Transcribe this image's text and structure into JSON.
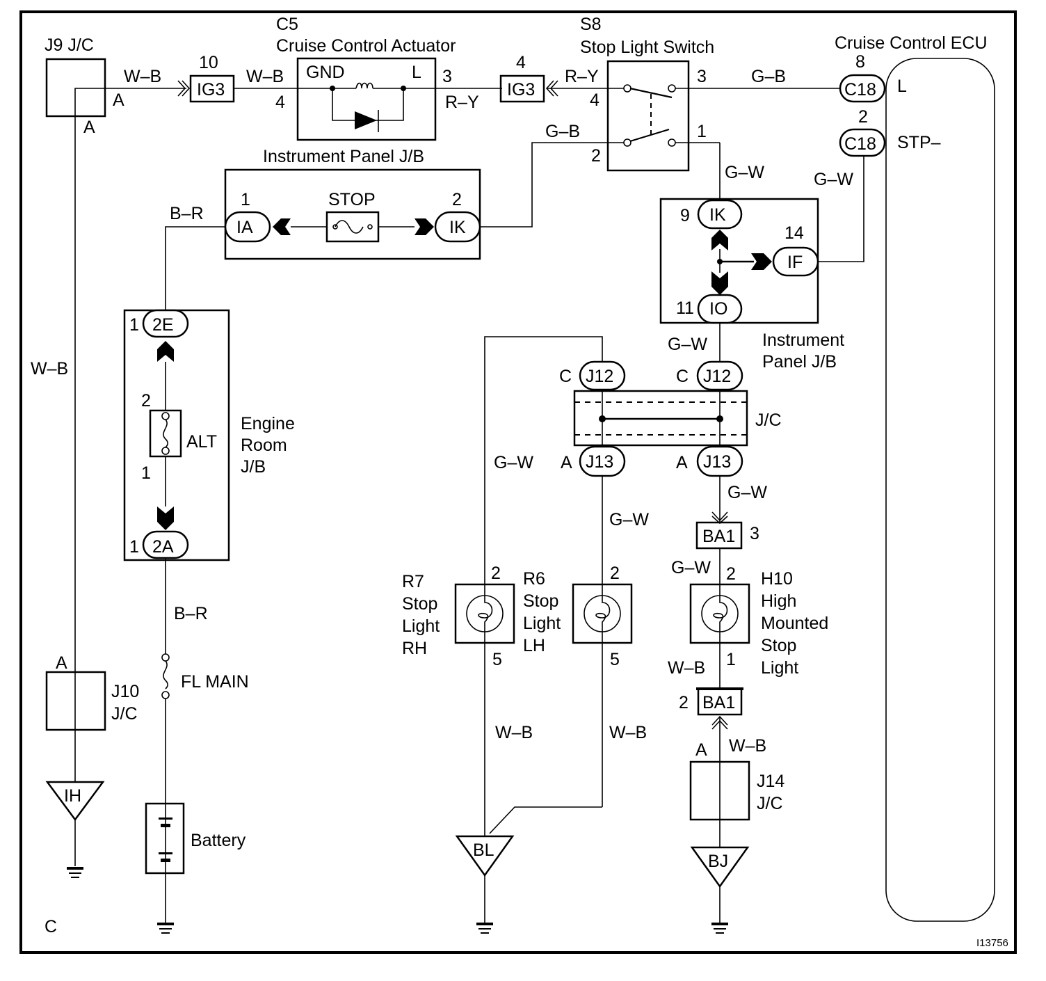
{
  "diagram": {
    "figure_id": "I13756",
    "corner_label": "C",
    "components": {
      "j9": {
        "title": "J9 J/C",
        "pin_right": "A",
        "pin_bottom": "A"
      },
      "c5": {
        "code": "C5",
        "title": "Cruise Control Actuator",
        "gnd": "GND",
        "l": "L",
        "pin_in": "4",
        "pin_out": "3"
      },
      "ig3_left": {
        "label": "IG3",
        "pin": "10"
      },
      "ig3_right": {
        "label": "IG3",
        "pin": "4"
      },
      "s8": {
        "code": "S8",
        "title": "Stop Light Switch",
        "pins": {
          "p4": "4",
          "p3": "3",
          "p2": "2",
          "p1": "1"
        }
      },
      "ecu": {
        "title": "Cruise Control ECU",
        "c18_top": {
          "label": "C18",
          "pin": "8",
          "term": "L"
        },
        "c18_bottom": {
          "label": "C18",
          "pin": "2",
          "term": "STP–"
        }
      },
      "ipjb_top": {
        "title": "Instrument Panel J/B",
        "fuse": "STOP",
        "ia": {
          "label": "IA",
          "pin": "1"
        },
        "ik": {
          "label": "IK",
          "pin": "2"
        }
      },
      "ipjb_right": {
        "title_line1": "Instrument",
        "title_line2": "Panel J/B",
        "ik": {
          "label": "IK",
          "pin": "9"
        },
        "if": {
          "label": "IF",
          "pin": "14"
        },
        "io": {
          "label": "IO",
          "pin": "11"
        }
      },
      "erjb": {
        "title_line1": "Engine",
        "title_line2": "Room",
        "title_line3": "J/B",
        "e2": {
          "label": "2E",
          "pin": "1"
        },
        "a2": {
          "label": "2A",
          "pin": "1"
        },
        "fuse": "ALT",
        "fuse_pin_top": "2",
        "fuse_pin_bottom": "1"
      },
      "jc": {
        "title": "J/C",
        "j12_left": {
          "label": "J12",
          "pin": "C"
        },
        "j12_right": {
          "label": "J12",
          "pin": "C"
        },
        "j13_left": {
          "label": "J13",
          "pin": "A"
        },
        "j13_right": {
          "label": "J13",
          "pin": "A"
        }
      },
      "fl_main": "FL MAIN",
      "battery": "Battery",
      "j10": {
        "line1": "J10",
        "line2": "J/C",
        "pin": "A"
      },
      "r7": {
        "line1": "R7",
        "line2": "Stop",
        "line3": "Light",
        "line4": "RH",
        "pin_top": "2",
        "pin_bottom": "5"
      },
      "r6": {
        "line1": "R6",
        "line2": "Stop",
        "line3": "Light",
        "line4": "LH",
        "pin_top": "2",
        "pin_bottom": "5"
      },
      "h10": {
        "line1": "H10",
        "line2": "High",
        "line3": "Mounted",
        "line4": "Stop",
        "line5": "Light",
        "pin_top": "2",
        "pin_bottom": "1"
      },
      "ba1_top": {
        "label": "BA1",
        "pin": "3"
      },
      "ba1_bottom": {
        "label": "BA1",
        "pin": "2"
      },
      "j14": {
        "line1": "J14",
        "line2": "J/C",
        "pin": "A"
      },
      "grounds": {
        "ih": "IH",
        "bl": "BL",
        "bj": "BJ"
      }
    },
    "wires": {
      "wb": "W–B",
      "ry": "R–Y",
      "gb": "G–B",
      "gw": "G–W",
      "br": "B–R"
    }
  }
}
